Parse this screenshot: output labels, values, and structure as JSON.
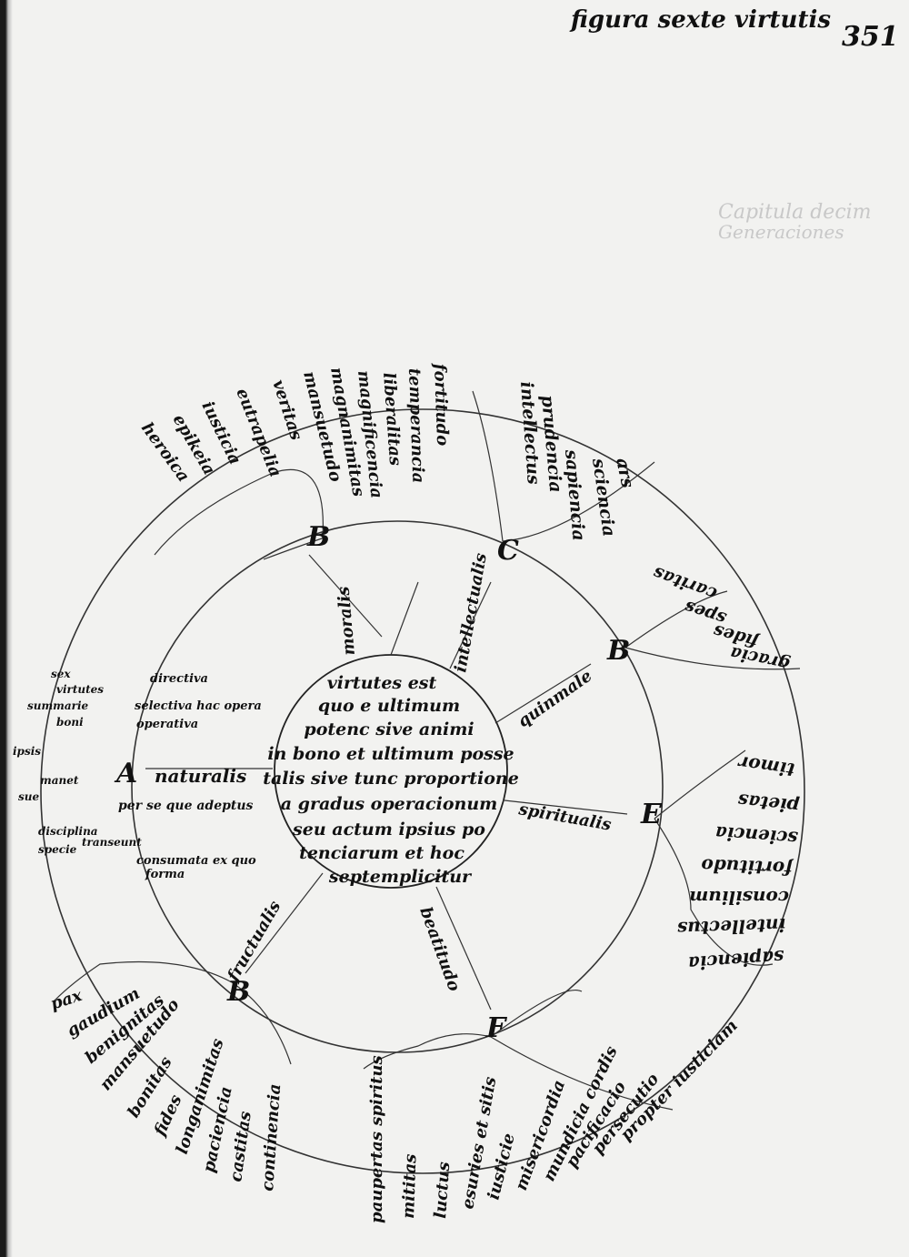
{
  "header": {
    "title": "figura sexte virtutis",
    "folio": "351"
  },
  "center": {
    "lines": [
      "virtutes est",
      "quo e ultimum",
      "potenc sive animi",
      "in bono et ultimum posse",
      "talis sive tunc proportione",
      "a gradus operacionum",
      "seu actum ipsius po",
      "tenciarum et hoc",
      "septemplicitur"
    ]
  },
  "mid_ring": {
    "spokes": [
      "intellectualis",
      "moralis",
      "naturalis",
      "fructualis",
      "beatitudo",
      "spiritualis",
      "quinmale"
    ],
    "left_notes": [
      "directiva",
      "selectiva hac opera",
      "operativa",
      "naturalis",
      "per se que adeptus",
      "consumata ex quo",
      "forma"
    ]
  },
  "outer": {
    "intellectual": [
      "ars",
      "sciencia",
      "sapiencia",
      "prudencia",
      "intellectus"
    ],
    "moral": [
      "fortitudo",
      "temperancia",
      "liberalitas",
      "magnificencia",
      "magnanimitas",
      "mansuetudo",
      "veritas",
      "eutrapelia",
      "iusticia",
      "epikeia",
      "heroica"
    ],
    "theological": [
      "caritas",
      "spes",
      "fides",
      "gracia"
    ],
    "gifts": [
      "timor",
      "pietas",
      "sciencia",
      "fortitudo",
      "consilium",
      "intellectus",
      "sapiencia"
    ],
    "fruits": [
      "pax",
      "gaudium",
      "benignitas",
      "mansuetudo",
      "bonitas",
      "fides",
      "longanimitas",
      "paciencia",
      "castitas",
      "continencia"
    ],
    "beatitudes": [
      "paupertas spiritus",
      "mititas",
      "luctus",
      "esuries et sitis",
      "iusticie",
      "misericordia",
      "mundicia cordis",
      "pacificacio",
      "persecutio",
      "propter iusticiam"
    ],
    "left_margin": [
      "sex",
      "virtutes",
      "summarie",
      "boni",
      "ipsis",
      "manet",
      "sue",
      "disciplina",
      "specie",
      "transeunt"
    ]
  },
  "ghost_text": [
    "Capitula decim",
    "Generaciones"
  ],
  "colors": {
    "ink": "#111111",
    "paper": "#f2f2f0",
    "ghost": "#c8c8c8"
  }
}
